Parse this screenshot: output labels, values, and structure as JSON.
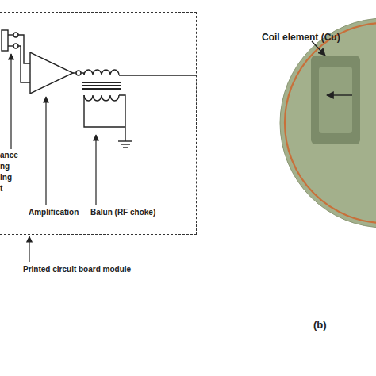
{
  "diagram": {
    "nodes": [
      {
        "text": [
          "Printed circuit board module"
        ]
      }
    ],
    "labels": [
      "ance",
      "ng",
      "ing",
      "t",
      "Amplification",
      "Balun (RF choke)",
      "Coil element (Cu)",
      "(b)"
    ]
  }
}
